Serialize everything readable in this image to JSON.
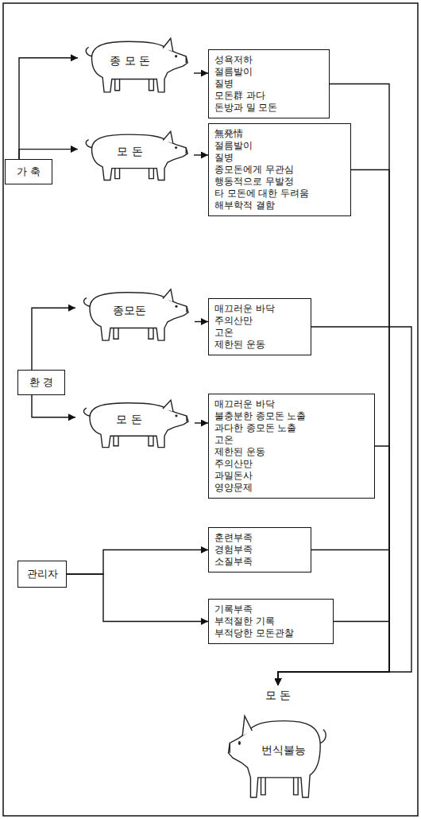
{
  "diagram": {
    "nodes": [
      {
        "text": [
          "가 축"
        ]
      },
      {
        "text": [
          "종 모 돈"
        ]
      },
      {
        "text": [
          "성욕저하",
          "절름발이",
          "질병",
          "모돈群 과다",
          "돈방과 밀 모돈"
        ]
      },
      {
        "text": [
          "모 돈"
        ]
      },
      {
        "text": [
          "無発情",
          "절름발이",
          "질병",
          "종모돈에게 무관심",
          "행동적으로 무발정",
          "타 모돈에 대한 두려움",
          "해부학적 결함"
        ]
      },
      {
        "text": [
          "환 경"
        ]
      },
      {
        "text": [
          "종모돈"
        ]
      },
      {
        "text": [
          "매끄러운 바닥",
          "주의산만",
          "고온",
          "제한된 운동"
        ]
      },
      {
        "text": [
          "모 돈"
        ]
      },
      {
        "text": [
          "매끄러운 바닥",
          "불충분한 종모돈 노출",
          "과다한 종모돈 노출",
          "고온",
          "제한된 운동",
          "주의산만",
          "과밀돈사",
          "영양문제"
        ]
      },
      {
        "text": [
          "관리자"
        ]
      },
      {
        "text": [
          "훈련부족",
          "경험부족",
          "소질부족"
        ]
      },
      {
        "text": [
          "기록부족",
          "부적절한 기록",
          "부적당한 모돈관찰"
        ]
      },
      {
        "text": [
          "모 돈",
          "번식불능"
        ]
      }
    ],
    "edges": [
      {
        "from": 0,
        "to": 1,
        "arrow": "to"
      },
      {
        "from": 0,
        "to": 3,
        "arrow": "to"
      },
      {
        "from": 1,
        "to": 2,
        "arrow": "to"
      },
      {
        "from": 3,
        "to": 4,
        "arrow": "to"
      },
      {
        "from": 5,
        "to": 6,
        "arrow": "to"
      },
      {
        "from": 5,
        "to": 8,
        "arrow": "to"
      },
      {
        "from": 6,
        "to": 7,
        "arrow": "to"
      },
      {
        "from": 8,
        "to": 9,
        "arrow": "to"
      },
      {
        "from": 10,
        "to": 11,
        "arrow": "to"
      },
      {
        "from": 10,
        "to": 12,
        "arrow": "to"
      },
      {
        "from": 2,
        "to": 13,
        "arrow": "to"
      },
      {
        "from": 4,
        "to": 13,
        "arrow": "to"
      },
      {
        "from": 7,
        "to": 13,
        "arrow": "to"
      },
      {
        "from": 9,
        "to": 13,
        "arrow": "to"
      },
      {
        "from": 11,
        "to": 13,
        "arrow": "to"
      },
      {
        "from": 12,
        "to": 13,
        "arrow": "to"
      }
    ]
  }
}
